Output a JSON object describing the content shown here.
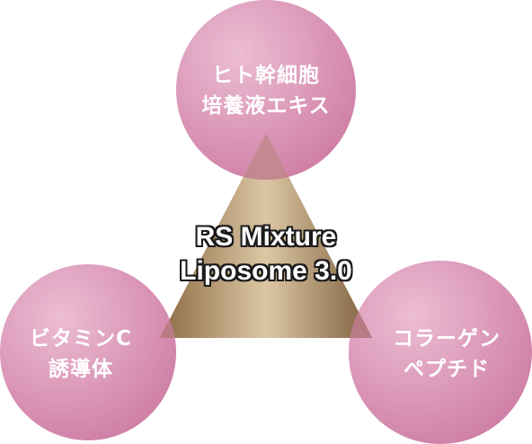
{
  "colors": {
    "circle_fill_light": "#e8b3cc",
    "circle_fill_dark": "#cf7ea5",
    "triangle_light": "#d9c3a0",
    "triangle_dark": "#8a6a44",
    "overlap": "#c07e8e",
    "text": "#ffffff",
    "title_outline": "#1a1a1a"
  },
  "center": {
    "line1": "RS Mixture",
    "line2": "Liposome 3.0"
  },
  "nodes": {
    "top": {
      "line1": "ヒト幹細胞",
      "line2": "培養液エキス"
    },
    "left": {
      "line1": "ビタミンC",
      "line2": "誘導体"
    },
    "right": {
      "line1": "コラーゲン",
      "line2": "ペプチド"
    }
  }
}
